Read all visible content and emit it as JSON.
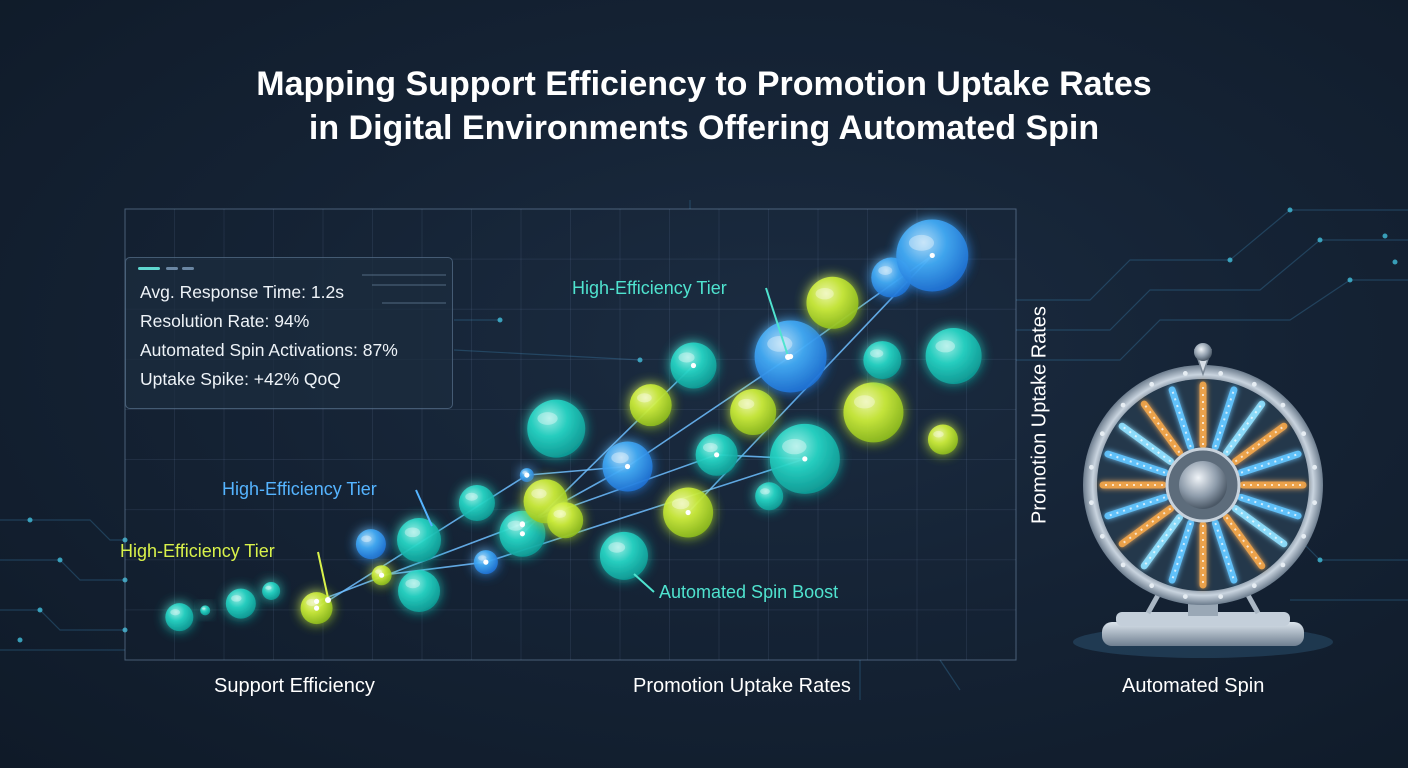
{
  "title": {
    "line1": "Mapping Support Efficiency to Promotion Uptake Rates",
    "line2": "in Digital Environments Offering Automated Spin"
  },
  "stats_panel": {
    "lines": [
      "Avg. Response Time: 1.2s",
      "Resolution Rate: 94%",
      "Automated Spin Activations: 87%",
      "Uptake Spike: +42% QoQ"
    ]
  },
  "annotations": {
    "tier_top": "High-Efficiency Tier",
    "tier_mid": "High-Efficiency Tier",
    "tier_low": "High-Efficiency Tier",
    "spin_boost": "Automated Spin Boost"
  },
  "axes": {
    "x_label_left": "Support Efficiency",
    "x_label_center": "Promotion Uptake Rates",
    "y_label": "Promotion Uptake Rates",
    "wheel_label": "Automated Spin"
  },
  "colors": {
    "background": "#152335",
    "teal": "#21d2c3",
    "lime": "#c6ec3a",
    "blue": "#3ea8f5",
    "annotation_teal": "#4fe3cf",
    "annotation_blue": "#55b4ff",
    "annotation_lime": "#d9f24a"
  },
  "chart_data": {
    "type": "scatter",
    "title": "Mapping Support Efficiency to Promotion Uptake Rates in Digital Environments Offering Automated Spin",
    "xlabel": "Support Efficiency",
    "ylabel": "Promotion Uptake Rates",
    "xlim": [
      0,
      100
    ],
    "ylim": [
      0,
      100
    ],
    "grid": true,
    "points": [
      {
        "x": 6.1,
        "y": 9.5,
        "r": 14,
        "color": "teal"
      },
      {
        "x": 9.0,
        "y": 11.0,
        "r": 5,
        "color": "teal"
      },
      {
        "x": 13.0,
        "y": 12.5,
        "r": 15,
        "color": "teal"
      },
      {
        "x": 16.4,
        "y": 15.3,
        "r": 9,
        "color": "teal"
      },
      {
        "x": 21.5,
        "y": 11.5,
        "r": 16,
        "color": "lime"
      },
      {
        "x": 27.6,
        "y": 25.7,
        "r": 15,
        "color": "blue"
      },
      {
        "x": 28.8,
        "y": 18.8,
        "r": 10,
        "color": "lime"
      },
      {
        "x": 33.0,
        "y": 26.6,
        "r": 22,
        "color": "teal"
      },
      {
        "x": 33.0,
        "y": 15.3,
        "r": 21,
        "color": "teal"
      },
      {
        "x": 39.5,
        "y": 34.8,
        "r": 18,
        "color": "teal"
      },
      {
        "x": 40.5,
        "y": 21.7,
        "r": 12,
        "color": "blue"
      },
      {
        "x": 44.6,
        "y": 28.0,
        "r": 23,
        "color": "teal"
      },
      {
        "x": 45.1,
        "y": 41.0,
        "r": 7,
        "color": "blue"
      },
      {
        "x": 47.2,
        "y": 35.2,
        "r": 22,
        "color": "lime"
      },
      {
        "x": 49.4,
        "y": 31.0,
        "r": 18,
        "color": "lime"
      },
      {
        "x": 48.4,
        "y": 51.3,
        "r": 29,
        "color": "teal"
      },
      {
        "x": 56.4,
        "y": 42.9,
        "r": 25,
        "color": "blue"
      },
      {
        "x": 56.0,
        "y": 23.1,
        "r": 24,
        "color": "teal"
      },
      {
        "x": 59.0,
        "y": 56.5,
        "r": 21,
        "color": "lime"
      },
      {
        "x": 63.8,
        "y": 65.3,
        "r": 23,
        "color": "teal"
      },
      {
        "x": 63.2,
        "y": 32.7,
        "r": 25,
        "color": "lime"
      },
      {
        "x": 66.4,
        "y": 45.5,
        "r": 21,
        "color": "teal"
      },
      {
        "x": 70.5,
        "y": 55.0,
        "r": 23,
        "color": "lime"
      },
      {
        "x": 72.3,
        "y": 36.3,
        "r": 14,
        "color": "teal"
      },
      {
        "x": 74.7,
        "y": 67.3,
        "r": 36,
        "color": "blue"
      },
      {
        "x": 76.3,
        "y": 44.6,
        "r": 35,
        "color": "teal"
      },
      {
        "x": 79.4,
        "y": 79.2,
        "r": 26,
        "color": "lime"
      },
      {
        "x": 84.0,
        "y": 54.9,
        "r": 30,
        "color": "lime"
      },
      {
        "x": 85.0,
        "y": 66.5,
        "r": 19,
        "color": "teal"
      },
      {
        "x": 86.0,
        "y": 84.8,
        "r": 20,
        "color": "blue"
      },
      {
        "x": 90.6,
        "y": 89.7,
        "r": 36,
        "color": "blue"
      },
      {
        "x": 93.0,
        "y": 67.4,
        "r": 28,
        "color": "teal"
      },
      {
        "x": 91.8,
        "y": 48.9,
        "r": 15,
        "color": "lime"
      }
    ],
    "trend_lines": [
      {
        "color": "blue",
        "points": [
          [
            21.5,
            11.5
          ],
          [
            45.1,
            41.0
          ],
          [
            56.4,
            42.9
          ],
          [
            74.7,
            67.3
          ],
          [
            90.6,
            89.7
          ]
        ]
      },
      {
        "color": "blue",
        "points": [
          [
            21.5,
            13.0
          ],
          [
            44.6,
            30.2
          ],
          [
            66.4,
            45.5
          ],
          [
            76.3,
            44.6
          ]
        ]
      },
      {
        "color": "blue",
        "points": [
          [
            28.8,
            18.8
          ],
          [
            40.5,
            21.7
          ],
          [
            76.3,
            44.6
          ]
        ]
      },
      {
        "color": "blue",
        "points": [
          [
            44.6,
            28.0
          ],
          [
            63.8,
            65.3
          ]
        ]
      },
      {
        "color": "blue",
        "points": [
          [
            63.2,
            32.7
          ],
          [
            90.6,
            89.7
          ]
        ]
      },
      {
        "color": "blue",
        "points": [
          [
            44.6,
            30.0
          ],
          [
            56.4,
            42.9
          ]
        ]
      }
    ]
  }
}
